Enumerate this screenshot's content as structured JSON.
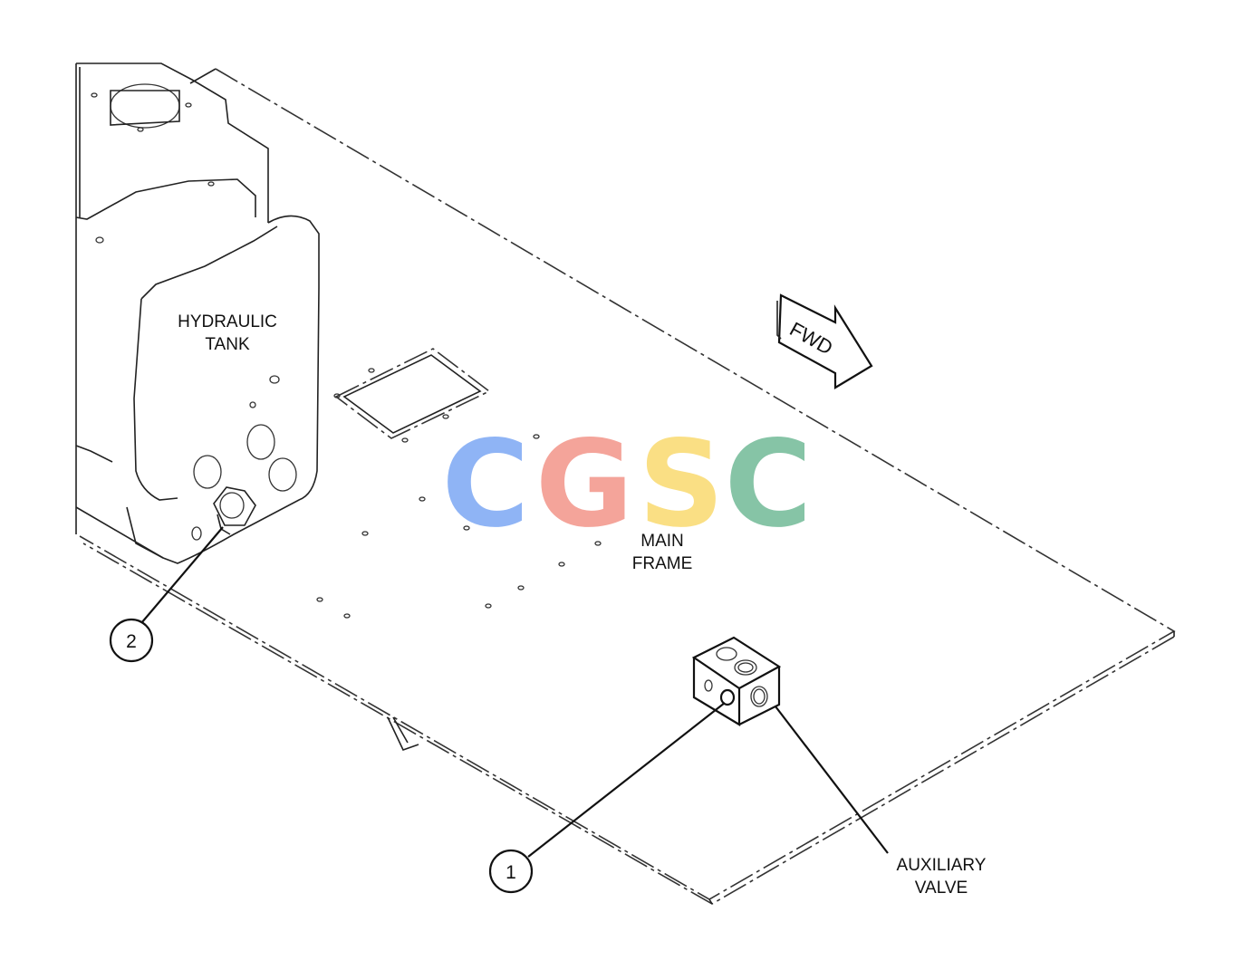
{
  "labels": {
    "hydraulic_tank": [
      "HYDRAULIC",
      "TANK"
    ],
    "main_frame": [
      "MAIN",
      "FRAME"
    ],
    "auxiliary_valve": [
      "AUXILIARY",
      "VALVE"
    ],
    "fwd": "FWD"
  },
  "callouts": {
    "one": "1",
    "two": "2"
  },
  "watermark": {
    "letters": [
      "C",
      "G",
      "S",
      "C"
    ],
    "colors": [
      "#8fb4f5",
      "#f4a49a",
      "#fadf84",
      "#86c4a6"
    ]
  }
}
